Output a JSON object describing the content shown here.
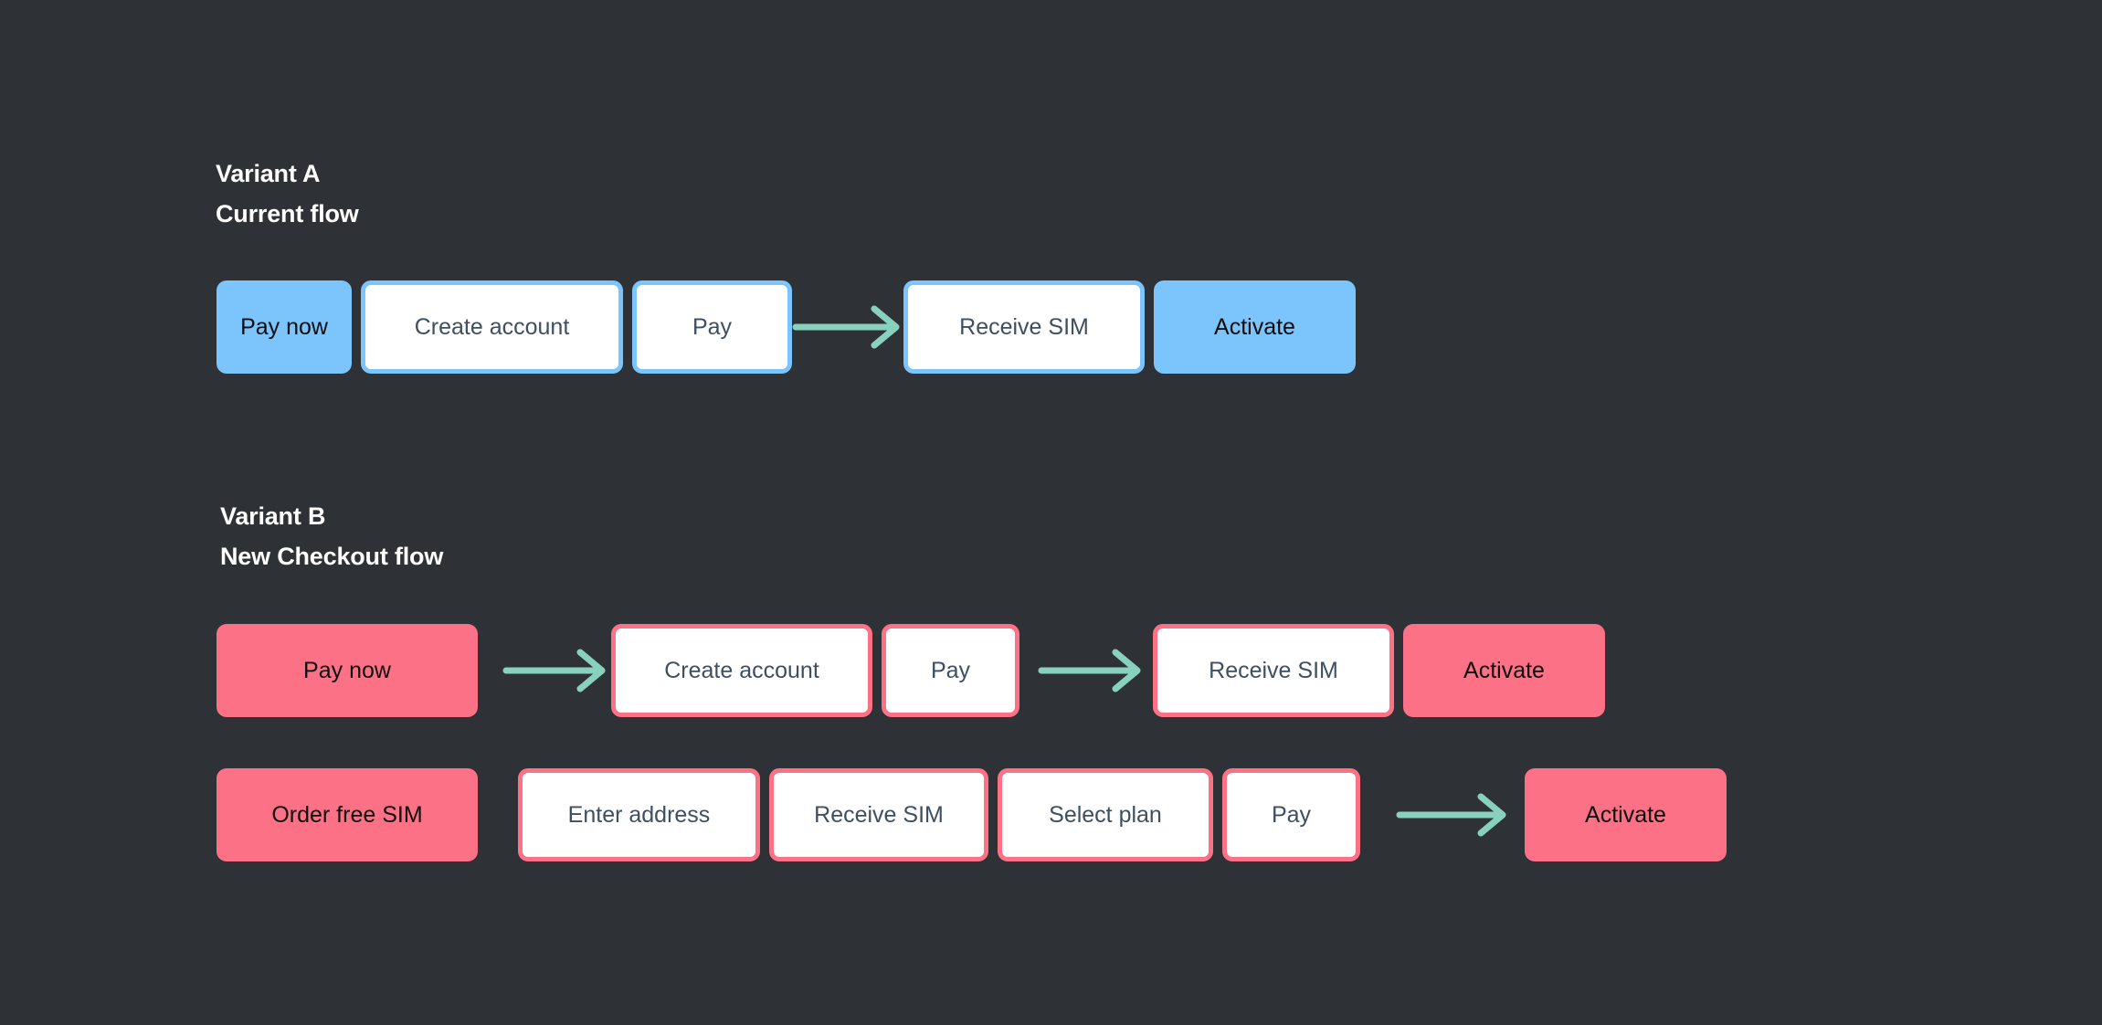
{
  "colors": {
    "background": "#2e3135",
    "blue": "#7cc4fc",
    "pink": "#fc7186",
    "mint_arrow": "#89d1bf",
    "white_box": "#ffffff",
    "outline_text": "#3d4f60",
    "filled_text": "#0d0d0d",
    "heading_text": "#ffffff"
  },
  "sections": [
    {
      "id": "variant-a",
      "heading_line1": "Variant A",
      "heading_line2": "Current flow",
      "accent": "#7cc4fc",
      "rows": [
        {
          "id": "row-variant-a",
          "items": [
            {
              "type": "step",
              "label": "Pay now",
              "style": "filled"
            },
            {
              "type": "step",
              "label": "Create account",
              "style": "outline"
            },
            {
              "type": "step",
              "label": "Pay",
              "style": "outline"
            },
            {
              "type": "arrow",
              "label": "arrow-right"
            },
            {
              "type": "step",
              "label": "Receive SIM",
              "style": "outline"
            },
            {
              "type": "step",
              "label": "Activate",
              "style": "filled"
            }
          ]
        }
      ]
    },
    {
      "id": "variant-b",
      "heading_line1": "Variant B",
      "heading_line2": "New Checkout flow",
      "accent": "#fc7186",
      "rows": [
        {
          "id": "row-variant-b1",
          "items": [
            {
              "type": "step",
              "label": "Pay now",
              "style": "filled"
            },
            {
              "type": "arrow",
              "label": "arrow-right"
            },
            {
              "type": "step",
              "label": "Create account",
              "style": "outline"
            },
            {
              "type": "step",
              "label": "Pay",
              "style": "outline"
            },
            {
              "type": "arrow",
              "label": "arrow-right"
            },
            {
              "type": "step",
              "label": "Receive SIM",
              "style": "outline"
            },
            {
              "type": "step",
              "label": "Activate",
              "style": "filled"
            }
          ]
        },
        {
          "id": "row-variant-b2",
          "items": [
            {
              "type": "step",
              "label": "Order free SIM",
              "style": "filled"
            },
            {
              "type": "step",
              "label": "Enter address",
              "style": "outline"
            },
            {
              "type": "step",
              "label": "Receive SIM",
              "style": "outline"
            },
            {
              "type": "step",
              "label": "Select plan",
              "style": "outline"
            },
            {
              "type": "step",
              "label": "Pay",
              "style": "outline"
            },
            {
              "type": "arrow",
              "label": "arrow-right"
            },
            {
              "type": "step",
              "label": "Activate",
              "style": "filled"
            }
          ]
        }
      ]
    }
  ]
}
